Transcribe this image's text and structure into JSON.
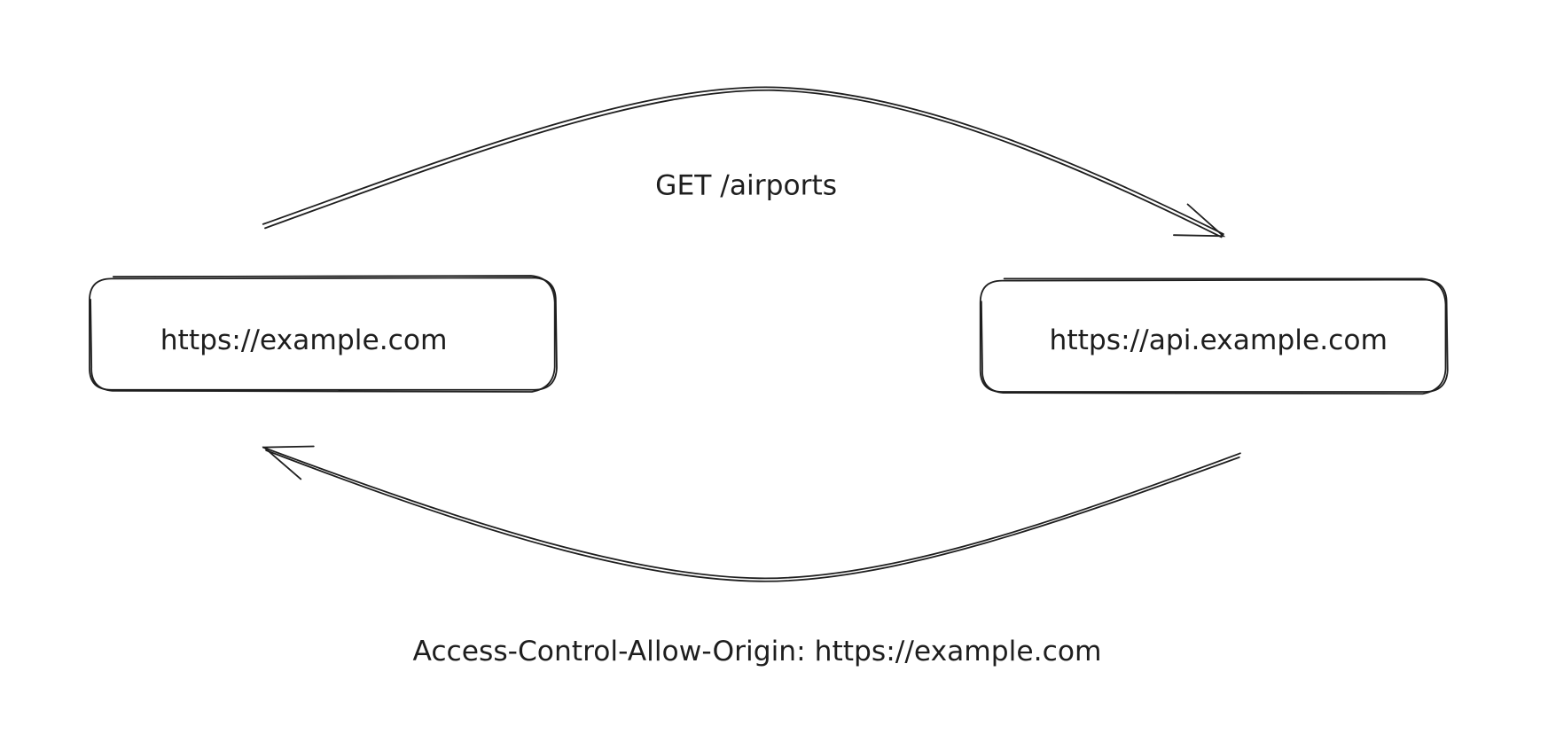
{
  "nodes": {
    "client": {
      "label": "https://example.com"
    },
    "server": {
      "label": "https://api.example.com"
    }
  },
  "edges": {
    "request": {
      "label": "GET /airports"
    },
    "response": {
      "label": "Access-Control-Allow-Origin: https://example.com"
    }
  },
  "colors": {
    "stroke": "#1e1e1e",
    "background": "#ffffff"
  }
}
